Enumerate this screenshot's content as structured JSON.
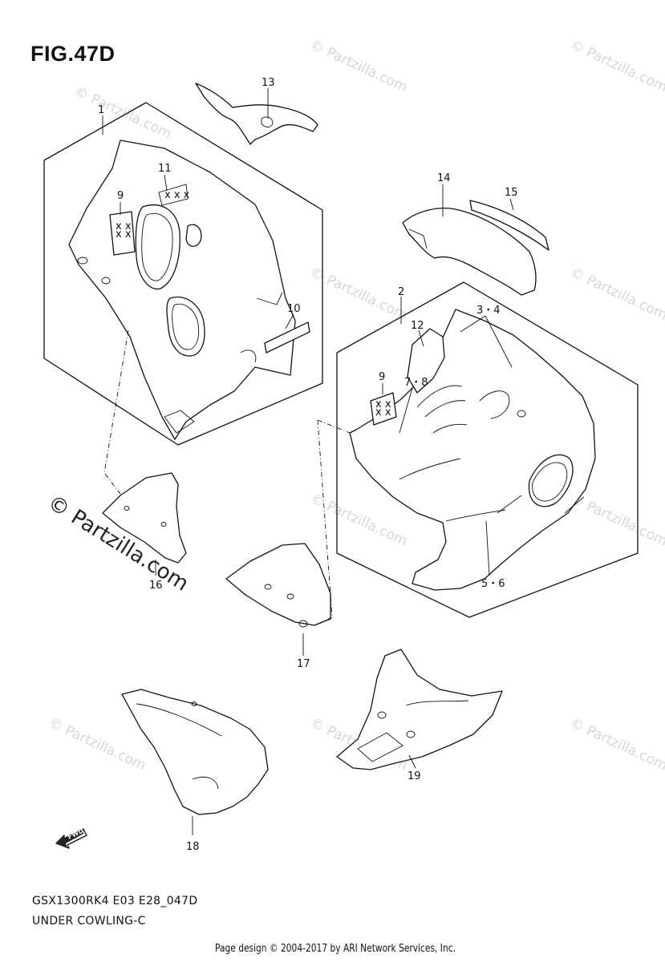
{
  "figure": {
    "title": "FIG.47D"
  },
  "callouts": {
    "c1": "1",
    "c2": "2",
    "c3_4": "3・4",
    "c5_6": "5・6",
    "c7_8": "7・8",
    "c9a": "9",
    "c9b": "9",
    "c10": "10",
    "c11": "11",
    "c12": "12",
    "c13": "13",
    "c14": "14",
    "c15": "15",
    "c16": "16",
    "c17": "17",
    "c18": "18",
    "c19": "19"
  },
  "fwd_label": "FWD",
  "watermark": {
    "small": "© Partzilla.com",
    "large": "© Partzilla.com"
  },
  "footer": {
    "code": "GSX1300RK4 E03 E28_047D",
    "name": "UNDER COWLING-C",
    "credit": "Page design © 2004-2017 by ARI Network Services, Inc."
  },
  "colors": {
    "line": "#111111",
    "watermark": "#d6d6d6",
    "background": "#ffffff"
  }
}
